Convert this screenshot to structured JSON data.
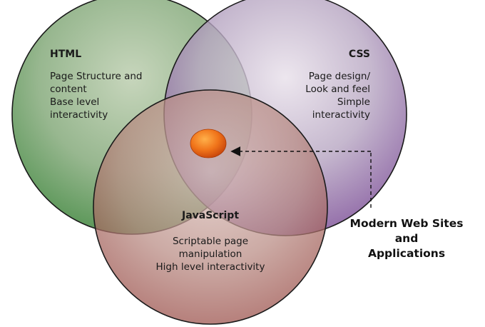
{
  "diagram": {
    "circles": [
      {
        "id": "html",
        "title": "HTML",
        "lines": [
          "Page Structure and",
          "content",
          "Base level",
          "interactivity"
        ],
        "color": "#6f9a6a"
      },
      {
        "id": "css",
        "title": "CSS",
        "lines": [
          "Page design/",
          "Look and feel",
          "Simple",
          "interactivity"
        ],
        "color": "#8e7aa0"
      },
      {
        "id": "javascript",
        "title": "JavaScript",
        "lines": [
          "Scriptable page",
          "manipulation",
          "High level interactivity"
        ],
        "color": "#b07a70"
      }
    ],
    "center_marker_color": "#e8660f",
    "callout": {
      "lines": [
        "Modern Web Sites",
        "and",
        "Applications"
      ]
    }
  }
}
